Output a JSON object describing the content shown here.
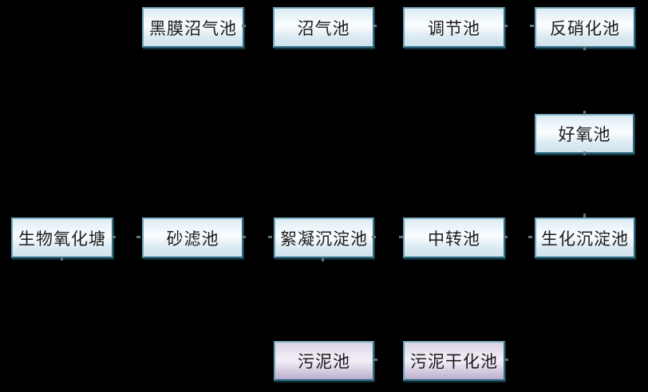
{
  "diagram": {
    "background_color": "#000000",
    "node_border_color": "#4e8aa2",
    "node_fill_blue": [
      "#dcecf4",
      "#fafdfe",
      "#cfe2ec"
    ],
    "node_fill_purple": [
      "#d9d2e4",
      "#f2eef6",
      "#b7abcc"
    ],
    "connector_mark_color": "#5e7680",
    "nodes": [
      {
        "label": "黑膜沼气池",
        "variant": "blue"
      },
      {
        "label": "沼气池",
        "variant": "blue"
      },
      {
        "label": "调节池",
        "variant": "blue"
      },
      {
        "label": "反硝化池",
        "variant": "blue"
      },
      {
        "label": "好氧池",
        "variant": "blue"
      },
      {
        "label": "生物氧化塘",
        "variant": "blue"
      },
      {
        "label": "砂滤池",
        "variant": "blue"
      },
      {
        "label": "絮凝沉淀池",
        "variant": "blue"
      },
      {
        "label": "中转池",
        "variant": "blue"
      },
      {
        "label": "生化沉淀池",
        "variant": "blue"
      },
      {
        "label": "污泥池",
        "variant": "purple"
      },
      {
        "label": "污泥干化池",
        "variant": "purple"
      }
    ]
  }
}
